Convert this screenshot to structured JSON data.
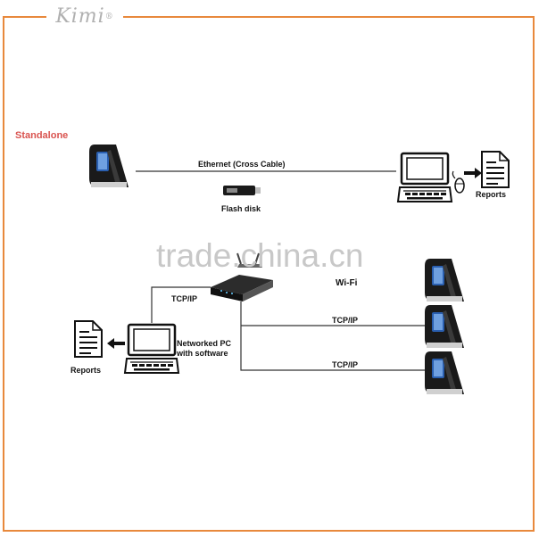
{
  "brand": {
    "name": "Kimi",
    "mark": "®"
  },
  "standalone": {
    "title": "Standalone",
    "link_label": "Ethernet  (Cross Cable)",
    "flash_label": "Flash disk",
    "reports_label": "Reports"
  },
  "network": {
    "tcpip_pc": "TCP/IP",
    "wifi": "Wi-Fi",
    "tcpip_1": "TCP/IP",
    "tcpip_2": "TCP/IP",
    "pc_label_line1": "Networked PC",
    "pc_label_line2": "with software",
    "reports_label": "Reports"
  },
  "watermark": "trade.china.cn",
  "colors": {
    "frame": "#e8893c",
    "title": "#d9534f",
    "line": "#333333"
  }
}
